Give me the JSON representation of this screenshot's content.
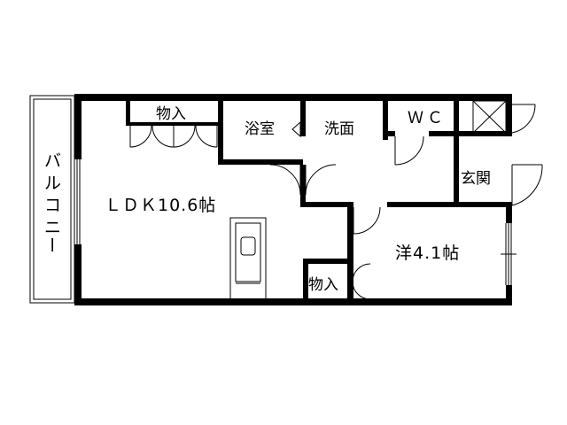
{
  "floor_plan": {
    "rooms": {
      "ldk": "ＬＤＫ10.6帖",
      "western": "洋4.1帖",
      "bathroom": "浴室",
      "washroom": "洗面",
      "toilet": "ＷＣ",
      "entrance": "玄関",
      "storage_top": "物入",
      "storage_bottom": "物入"
    },
    "balcony": [
      "バ",
      "ル",
      "コ",
      "ニ",
      "ー"
    ]
  }
}
